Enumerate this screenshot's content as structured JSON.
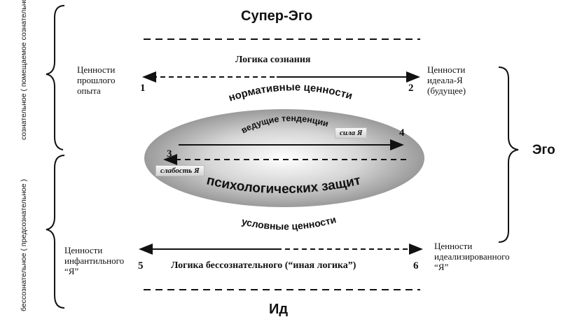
{
  "levels": {
    "superego": "Супер-Эго",
    "id": "Ид",
    "ego": "Эго"
  },
  "side_labels": {
    "conscious": "сознательное ( помещаемое сознательное )",
    "preconscious": "бессознательное ( предсознательное )"
  },
  "logic": {
    "consciousness": "Логика сознания",
    "unconscious": "Логика бессознательного (“иная логика”)"
  },
  "values": {
    "past_experience": "Ценности прошлого опыта",
    "ideal_self": "Ценности идеала-Я (будущее)",
    "infantile_self": "Ценности инфантильного “Я”",
    "idealized_self": "Ценности идеализированного “Я”"
  },
  "curved_text": {
    "normative": "нормативные ценности",
    "leading": "ведущие тенденции",
    "defenses": "психологических защит",
    "conditional": "условные ценности"
  },
  "tags": {
    "strength": "сила Я",
    "weakness": "слабость Я"
  },
  "numbers": [
    "1",
    "2",
    "3",
    "4",
    "5",
    "6"
  ]
}
